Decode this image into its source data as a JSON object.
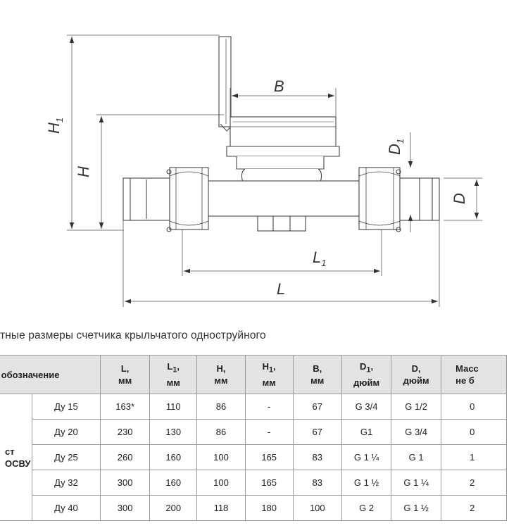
{
  "drawing": {
    "labels": {
      "B": "B",
      "H1": "H",
      "H1_sub": "1",
      "H": "H",
      "D1": "D",
      "D1_sub": "1",
      "D": "D",
      "L1": "L",
      "L1_sub": "1",
      "L": "L"
    }
  },
  "caption": "тные размеры счетчика крыльчатого одноструйного",
  "table": {
    "header": {
      "name": "ное обозначение",
      "L": [
        "L,",
        "мм"
      ],
      "L1": [
        "L",
        "1",
        ",",
        "мм"
      ],
      "H": [
        "H,",
        "мм"
      ],
      "H1": [
        "H",
        "1",
        ",",
        "мм"
      ],
      "B": [
        "B,",
        "мм"
      ],
      "D1": [
        "D",
        "1",
        ",",
        "дюйм"
      ],
      "D": [
        "D,",
        "дюйм"
      ],
      "mass": [
        "Масс",
        "не б"
      ]
    },
    "model": [
      "ст",
      "ОСВУ"
    ],
    "rows": [
      {
        "du": "Ду 15",
        "L": "163*",
        "L1": "110",
        "H": "86",
        "H1": "-",
        "B": "67",
        "D1": "G 3/4",
        "D": "G 1/2",
        "mass": "0"
      },
      {
        "du": "Ду 20",
        "L": "230",
        "L1": "130",
        "H": "86",
        "H1": "-",
        "B": "67",
        "D1": "G1",
        "D": "G 3/4",
        "mass": "0"
      },
      {
        "du": "Ду 25",
        "L": "260",
        "L1": "160",
        "H": "100",
        "H1": "165",
        "B": "83",
        "D1": "G 1 ¼",
        "D": "G 1",
        "mass": "1"
      },
      {
        "du": "Ду 32",
        "L": "300",
        "L1": "160",
        "H": "100",
        "H1": "165",
        "B": "83",
        "D1": "G 1 ½",
        "D": "G 1 ¼",
        "mass": "2"
      },
      {
        "du": "Ду 40",
        "L": "300",
        "L1": "200",
        "H": "118",
        "H1": "180",
        "B": "100",
        "D1": "G 2",
        "D": "G 1 ½",
        "mass": "2"
      }
    ]
  }
}
